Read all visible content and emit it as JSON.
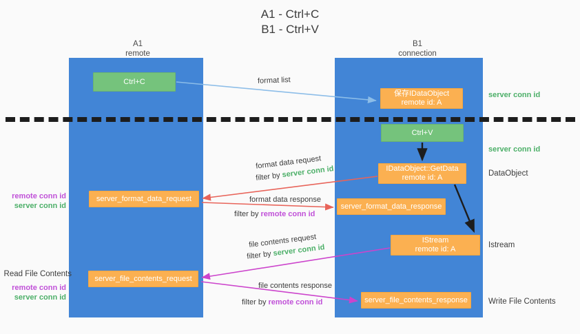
{
  "title": "A1 - Ctrl+C\nB1 - Ctrl+V",
  "columns": {
    "left": {
      "name": "A1",
      "role": "remote",
      "label": "A1\nremote"
    },
    "right": {
      "name": "B1",
      "role": "connection",
      "label": "B1\nconnection"
    }
  },
  "colors": {
    "lane": "#4285d6",
    "green_box": "#75c37c",
    "orange_box": "#fbb051",
    "server_conn_id": "#4caf68",
    "remote_conn_id": "#c050d8",
    "arrow_format_list": "#8cbde8",
    "arrow_format_data": "#e8645a",
    "arrow_file_contents": "#cc44cc",
    "arrow_internal": "#1d1d1d",
    "divider": "#1d1d1d",
    "background": "#fafafa"
  },
  "boxes": {
    "ctrl_c": "Ctrl+C",
    "save_idataobject": "保存IDataObject\nremote id: A",
    "ctrl_v": "Ctrl+V",
    "getdata": "IDataObject::GetData\nremote id: A",
    "server_format_data_request": "server_format_data_request",
    "server_format_data_response": "server_format_data_response",
    "istream": "IStream\nremote id: A",
    "server_file_contents_request": "server_file_contents_request",
    "server_file_contents_response": "server_file_contents_response"
  },
  "side_labels": {
    "server_conn_id_1": "server conn id",
    "server_conn_id_2": "server conn id",
    "dataobject": "DataObject",
    "istream": "Istream",
    "write_file_contents": "Write File Contents"
  },
  "left_labels": {
    "remote_conn_id_1": "remote conn id",
    "server_conn_id_1": "server conn id",
    "read_file_contents": "Read File Contents",
    "remote_conn_id_2": "remote conn id",
    "server_conn_id_2": "server conn id"
  },
  "edge_labels": {
    "format_list": "format list",
    "format_data_request": "format data request",
    "format_data_request_filter_prefix": "filter by ",
    "format_data_request_filter_value": "server conn id",
    "format_data_response": "format data response",
    "format_data_response_filter_prefix": "filter by ",
    "format_data_response_filter_value": "remote conn id",
    "file_contents_request": "file contents request",
    "file_contents_request_filter_prefix": "filter by ",
    "file_contents_request_filter_value": "server conn id",
    "file_contents_response": "file contents response",
    "file_contents_response_filter_prefix": "filter by ",
    "file_contents_response_filter_value": "remote conn id"
  }
}
